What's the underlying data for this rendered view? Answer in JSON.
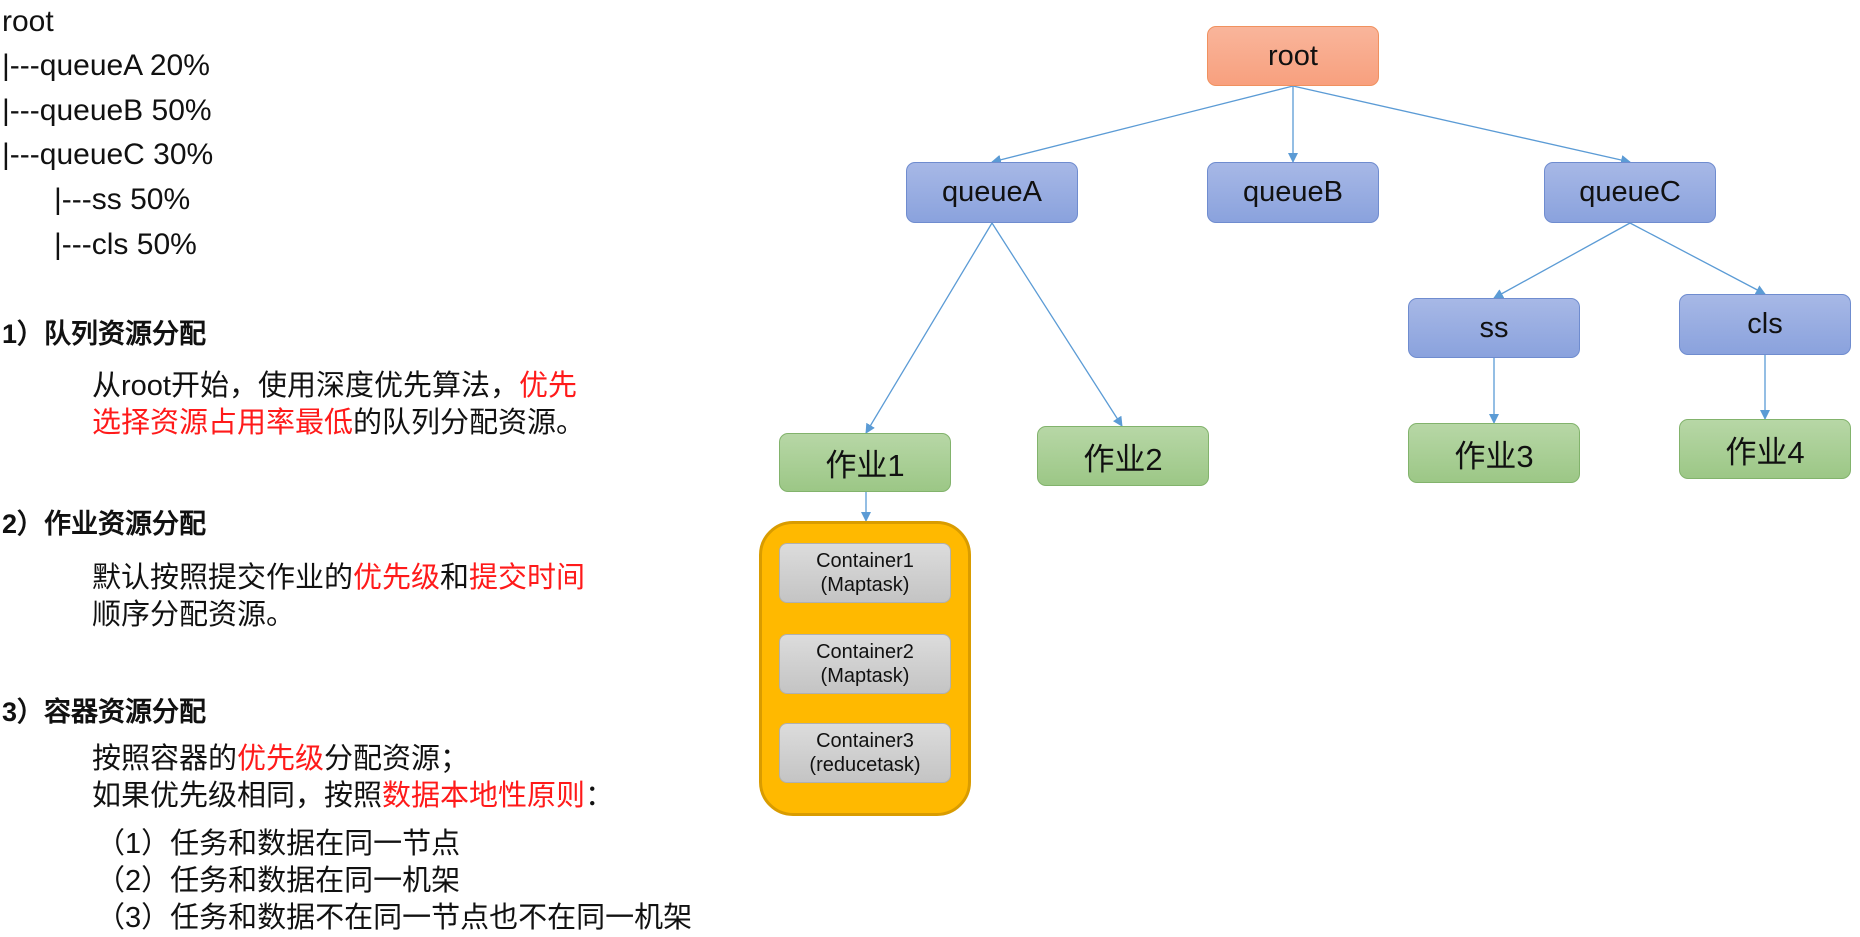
{
  "tree_text": [
    "root",
    "|---queueA  20%",
    "|---queueB  50%",
    "|---queueC  30%",
    "|---ss   50%",
    "|---cls  50%"
  ],
  "sections": [
    {
      "heading": "1）队列资源分配",
      "lines": [
        [
          {
            "t": "从root开始，使用深度优先算法，",
            "red": false
          },
          {
            "t": "优先",
            "red": true
          }
        ],
        [
          {
            "t": "选择资源占用率最低",
            "red": true
          },
          {
            "t": "的队列分配资源。",
            "red": false
          }
        ]
      ]
    },
    {
      "heading": "2）作业资源分配",
      "lines": [
        [
          {
            "t": "默认按照提交作业的",
            "red": false
          },
          {
            "t": "优先级",
            "red": true
          },
          {
            "t": "和",
            "red": false
          },
          {
            "t": "提交时间",
            "red": true
          }
        ],
        [
          {
            "t": "顺序分配资源。",
            "red": false
          }
        ]
      ]
    },
    {
      "heading": "3）容器资源分配",
      "lines": [
        [
          {
            "t": "按照容器的",
            "red": false
          },
          {
            "t": "优先级",
            "red": true
          },
          {
            "t": "分配资源；",
            "red": false
          }
        ],
        [
          {
            "t": "如果优先级相同，按照",
            "red": false
          },
          {
            "t": "数据本地性原则",
            "red": true
          },
          {
            "t": "：",
            "red": false
          }
        ]
      ],
      "items": [
        "（1）任务和数据在同一节点",
        "（2）任务和数据在同一机架",
        "（3）任务和数据不在同一节点也不在同一机架"
      ]
    }
  ],
  "diagram": {
    "root": "root",
    "queues": [
      "queueA",
      "queueB",
      "queueC"
    ],
    "subqueues": [
      "ss",
      "cls"
    ],
    "jobs": [
      "作业1",
      "作业2",
      "作业3",
      "作业4"
    ],
    "containers": [
      {
        "name": "Container1",
        "task": "(Maptask)"
      },
      {
        "name": "Container2",
        "task": "(Maptask)"
      },
      {
        "name": "Container3",
        "task": "(reducetask)"
      }
    ],
    "colors": {
      "root": "#f8a07e",
      "queue": "#8aa2dd",
      "job": "#9cc786",
      "container_group": "#ffb900",
      "container": "#c4c4c4",
      "arrow": "#5b9bd5",
      "highlight": "#ff1a1a"
    }
  }
}
